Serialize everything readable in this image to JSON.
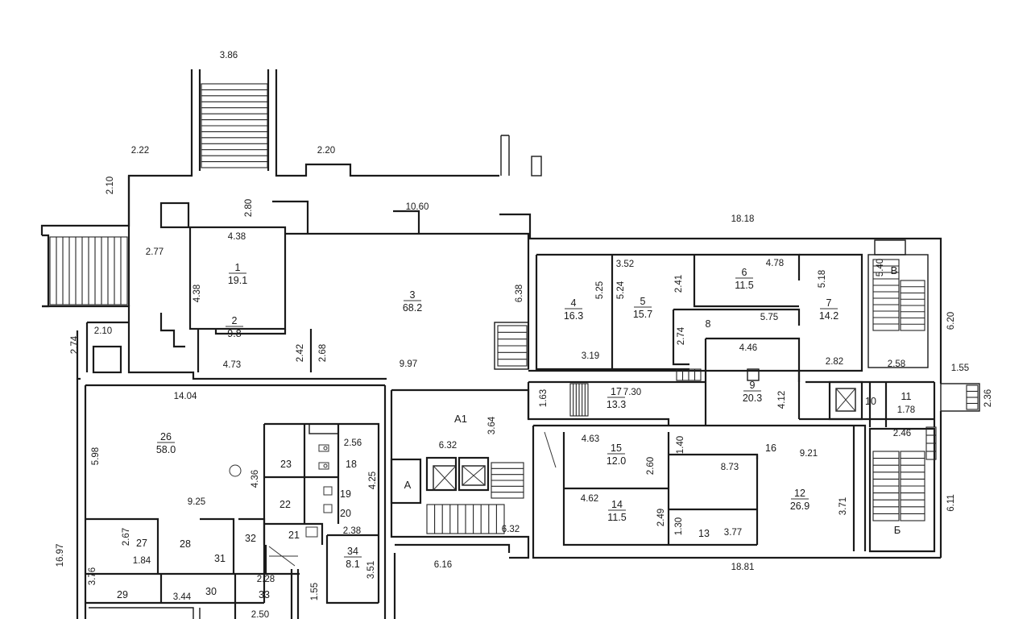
{
  "plan": {
    "rooms": [
      {
        "num": "1",
        "area": "19.1"
      },
      {
        "num": "2",
        "area": "9.8"
      },
      {
        "num": "3",
        "area": "68.2"
      },
      {
        "num": "4",
        "area": "16.3"
      },
      {
        "num": "5",
        "area": "15.7"
      },
      {
        "num": "6",
        "area": "11.5"
      },
      {
        "num": "7",
        "area": "14.2"
      },
      {
        "num": "8",
        "area": ""
      },
      {
        "num": "9",
        "area": "20.3"
      },
      {
        "num": "10",
        "area": ""
      },
      {
        "num": "11",
        "area": ""
      },
      {
        "num": "12",
        "area": "26.9"
      },
      {
        "num": "13",
        "area": ""
      },
      {
        "num": "14",
        "area": "11.5"
      },
      {
        "num": "15",
        "area": "12.0"
      },
      {
        "num": "16",
        "area": ""
      },
      {
        "num": "17",
        "area": "13.3"
      },
      {
        "num": "18",
        "area": ""
      },
      {
        "num": "19",
        "area": ""
      },
      {
        "num": "20",
        "area": ""
      },
      {
        "num": "21",
        "area": ""
      },
      {
        "num": "22",
        "area": ""
      },
      {
        "num": "23",
        "area": ""
      },
      {
        "num": "26",
        "area": "58.0"
      },
      {
        "num": "27",
        "area": ""
      },
      {
        "num": "28",
        "area": ""
      },
      {
        "num": "29",
        "area": ""
      },
      {
        "num": "30",
        "area": ""
      },
      {
        "num": "31",
        "area": ""
      },
      {
        "num": "32",
        "area": ""
      },
      {
        "num": "33",
        "area": ""
      },
      {
        "num": "34",
        "area": "8.1"
      },
      {
        "num": "A1",
        "area": ""
      },
      {
        "num": "A",
        "area": ""
      },
      {
        "num": "Б",
        "area": ""
      },
      {
        "num": "В",
        "area": ""
      }
    ],
    "dimensions": [
      "3.86",
      "2.22",
      "2.20",
      "2.10",
      "2.80",
      "10.60",
      "18.18",
      "4.38",
      "2.77",
      "4.38",
      "6.38",
      "3.52",
      "4.78",
      "5.25",
      "5.24",
      "2.41",
      "5.40",
      "5.18",
      "6.20",
      "5.75",
      "2.74",
      "4.46",
      "3.19",
      "2.82",
      "2.58",
      "1.55",
      "2.36",
      "2.74",
      "2.10",
      "2.42",
      "2.68",
      "4.73",
      "9.97",
      "14.04",
      "1.63",
      "7.30",
      "4.12",
      "1.78",
      "3.64",
      "2.46",
      "5.98",
      "6.32",
      "2.56",
      "4.36",
      "4.25",
      "4.63",
      "2.60",
      "1.40",
      "9.21",
      "8.73",
      "9.25",
      "4.62",
      "2.49",
      "1.30",
      "3.77",
      "3.71",
      "6.11",
      "2.67",
      "2.38",
      "6.32",
      "16.97",
      "3.76",
      "1.84",
      "6.16",
      "18.81",
      "3.51",
      "3.44",
      "2.28",
      "1.55",
      "2.50"
    ]
  }
}
